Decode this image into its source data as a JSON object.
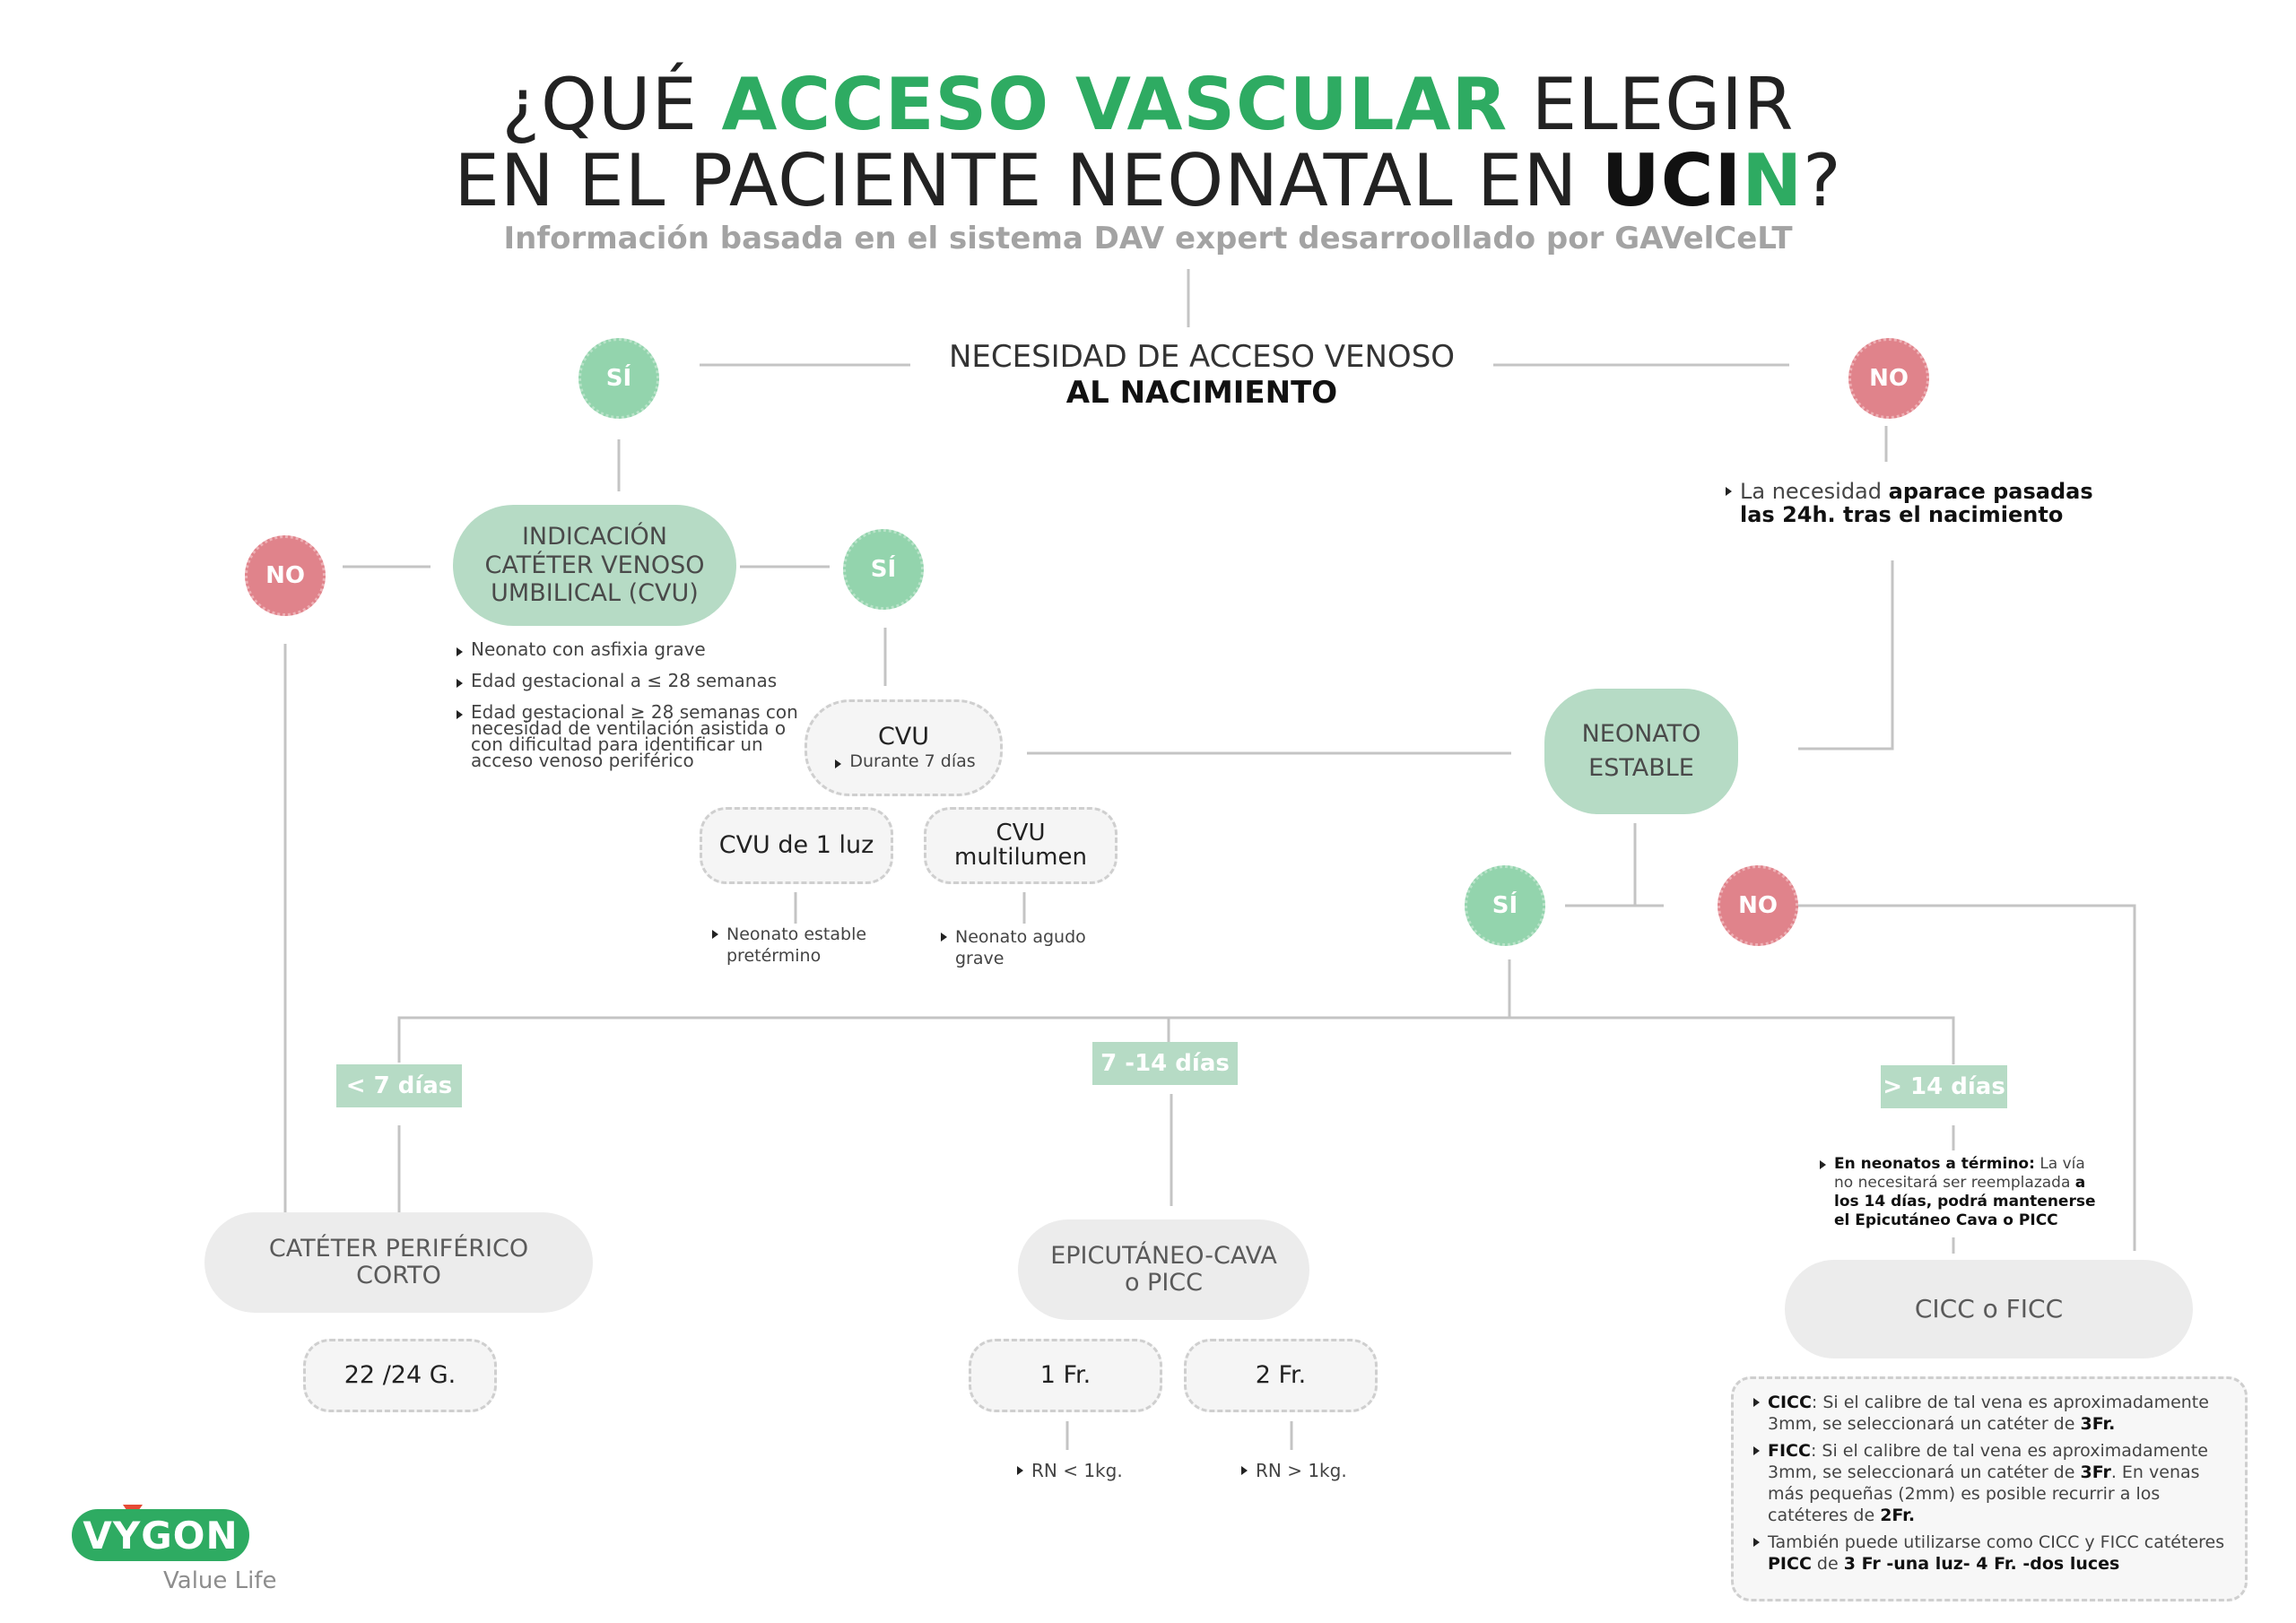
{
  "title": {
    "line1_pre": "¿QUÉ ",
    "line1_green": "ACCESO VASCULAR",
    "line1_post": " ELEGIR",
    "line2_pre": "EN EL PACIENTE NEONATAL EN ",
    "line2_dark": "UCI",
    "line2_green": "N",
    "line2_post": "?",
    "subtitle": "Información basada en el sistema DAV expert desarroollado por GAVelCeLT"
  },
  "root": {
    "line1": "NECESIDAD DE ACCESO VENOSO",
    "line2": "AL NACIMIENTO"
  },
  "badges": {
    "yes": "SÍ",
    "no": "NO"
  },
  "root_no_note": {
    "pre": "La necesidad ",
    "bold": "aparace pasadas las 24h. tras el nacimiento"
  },
  "cvu_indication": {
    "line1": "INDICACIÓN",
    "line2": "CATÉTER VENOSO",
    "line3": "UMBILICAL (CVU)",
    "criteria": [
      "Neonato con asfixia grave",
      "Edad gestacional a ≤ 28 semanas",
      "Edad gestacional ≥ 28 semanas con necesidad de ventilación asistida o con dificultad para identificar un acceso venoso periférico"
    ]
  },
  "cvu": {
    "title": "CVU",
    "duration": "Durante 7 días",
    "option1": "CVU de 1 luz",
    "option1_note": "Neonato estable pretérmino",
    "option2_line1": "CVU",
    "option2_line2": "multilumen",
    "option2_note": "Neonato agudo grave"
  },
  "stable": {
    "line1": "NEONATO",
    "line2": "ESTABLE"
  },
  "durations": {
    "short": "< 7 días",
    "mid": "7 -14 días",
    "long": "> 14 días"
  },
  "short_catheter": {
    "line1": "CATÉTER PERIFÉRICO",
    "line2": "CORTO",
    "gauge": "22 /24 G."
  },
  "epicutaneous": {
    "line1": "EPICUTÁNEO-CAVA",
    "line2": "o PICC",
    "fr1": "1 Fr.",
    "fr1_note": "RN < 1kg.",
    "fr2": "2 Fr.",
    "fr2_note": "RN > 1kg."
  },
  "term_note": {
    "bold1": "En neonatos a término:",
    "text1": " La vía no necesitará ser reemplazada",
    "bold2": "a los 14 días, podrá mantenerse el Epicutáneo Cava o PICC"
  },
  "cicc": {
    "label": "CICC o FICC",
    "i1_b": "CICC",
    "i1_t": ": Si el calibre de tal vena es aproximadamente 3mm, se seleccionará un catéter de ",
    "i1_b2": "3Fr.",
    "i2_b": "FICC",
    "i2_t": ": Si el calibre de tal vena es aproximadamente 3mm, se seleccionará un catéter de ",
    "i2_b2": "3Fr",
    "i2_t2": ". En venas más pequeñas (2mm) es posible recurrir a los catéteres de ",
    "i2_b3": "2Fr.",
    "i3_t": "También puede utilizarse como CICC y FICC catéteres ",
    "i3_b": "PICC",
    "i3_t2": " de ",
    "i3_b2": "3 Fr -una luz- 4 Fr. -dos luces"
  },
  "logo": {
    "brand": "VYGON",
    "tagline": "Value Life"
  },
  "colors": {
    "accent_green": "#2eab62",
    "yes_badge": "#93d4ad",
    "no_badge": "#e0838b",
    "node_green": "#b6dbc5",
    "node_gray": "#ececec"
  }
}
